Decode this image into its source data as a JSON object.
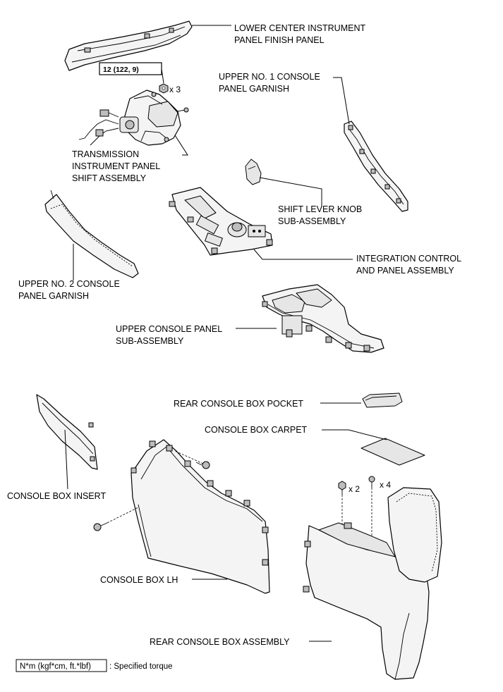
{
  "labels": {
    "lower_center": [
      "LOWER CENTER INSTRUMENT",
      "PANEL FINISH PANEL"
    ],
    "upper_no1": [
      "UPPER NO. 1 CONSOLE",
      "PANEL GARNISH"
    ],
    "transmission": [
      "TRANSMISSION",
      "INSTRUMENT PANEL",
      "SHIFT ASSEMBLY"
    ],
    "shift_knob": [
      "SHIFT LEVER KNOB",
      "SUB-ASSEMBLY"
    ],
    "integration": [
      "INTEGRATION CONTROL",
      "AND PANEL ASSEMBLY"
    ],
    "upper_no2": [
      "UPPER NO. 2 CONSOLE",
      "PANEL GARNISH"
    ],
    "upper_console": [
      "UPPER CONSOLE PANEL",
      "SUB-ASSEMBLY"
    ],
    "rear_pocket": "REAR CONSOLE BOX POCKET",
    "carpet": "CONSOLE BOX CARPET",
    "insert": "CONSOLE BOX INSERT",
    "console_lh": "CONSOLE BOX LH",
    "rear_assembly": "REAR CONSOLE BOX ASSEMBLY"
  },
  "torque_box": "12 (122, 9)",
  "quantities": {
    "nut": "x 3",
    "bolt": "x 2",
    "screw": "x 4"
  },
  "legend": {
    "unit": "N*m (kgf*cm, ft.*lbf)",
    "text": ": Specified torque"
  }
}
